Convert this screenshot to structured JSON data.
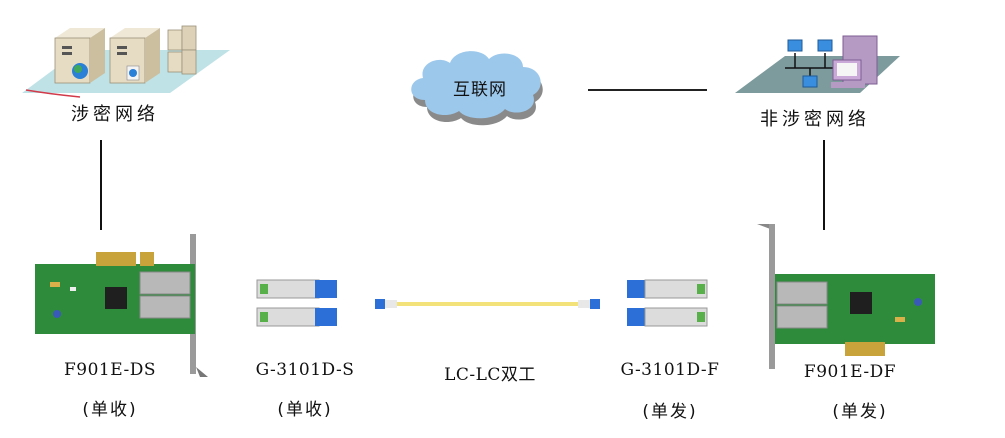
{
  "diagram": {
    "top": {
      "secure_network": {
        "label": "涉密网络",
        "icon": "server-cluster-icon"
      },
      "internet": {
        "label": "互联网",
        "icon": "cloud-icon",
        "color": "#9cc8ec"
      },
      "nonsecure_network": {
        "label": "非涉密网络",
        "icon": "workstation-network-icon"
      }
    },
    "devices": [
      {
        "id": "card-ds",
        "model": "F901E-DS",
        "mode": "(单收)",
        "icon": "pcie-nic-card-icon"
      },
      {
        "id": "sfp-s",
        "model": "G-3101D-S",
        "mode": "(单收)",
        "icon": "sfp-module-icon"
      },
      {
        "id": "cable",
        "model": "LC-LC双工",
        "mode": "",
        "icon": "fiber-patch-cable-icon"
      },
      {
        "id": "sfp-f",
        "model": "G-3101D-F",
        "mode": "(单发)",
        "icon": "sfp-module-icon"
      },
      {
        "id": "card-df",
        "model": "F901E-DF",
        "mode": "(单发)",
        "icon": "pcie-nic-card-icon"
      }
    ],
    "colors": {
      "pcb": "#2e8b3c",
      "sfp_blue": "#2c6fd6",
      "fiber_yellow": "#f3e27a",
      "cloud": "#9cc8ec",
      "platform_secure": "#bfe2e6",
      "platform_nonsecure": "#7d9a9c"
    }
  }
}
